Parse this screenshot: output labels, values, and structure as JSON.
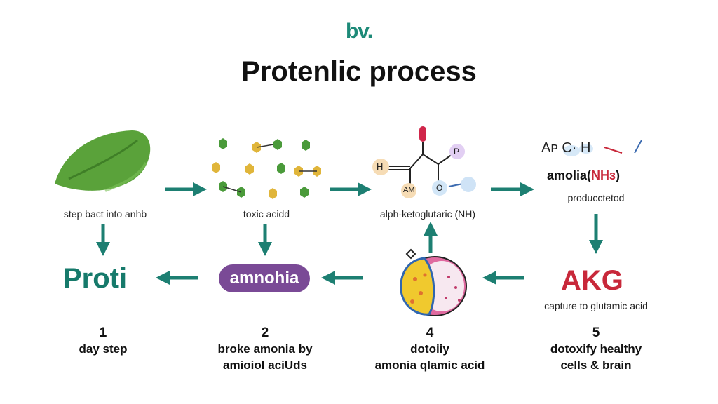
{
  "header": {
    "logo": "bv.",
    "title": "Protenlic process"
  },
  "top_row": {
    "panel1_caption": "step bact into anhb",
    "panel2_caption": "toxic acidd",
    "panel3_caption": "alph-ketoglutaric (NH)",
    "panel4_formula_top": "Aᴘ C· H",
    "panel4_formula_main_prefix": "amolia(",
    "panel4_formula_main_nh": "NHз",
    "panel4_formula_main_suffix": ")",
    "panel4_caption": "producctetod",
    "molecule_labels": {
      "h": "H",
      "am": "AM",
      "p": "P",
      "o": "O"
    }
  },
  "middle_row": {
    "proti_label": "Proti",
    "ammonia_pill": "amnohia",
    "akg_label": "AKG",
    "akg_caption": "capture to glutamic acid"
  },
  "steps": [
    {
      "number": "1",
      "line1": "day step",
      "line2": ""
    },
    {
      "number": "2",
      "line1": "broke amonia by",
      "line2": "amioiol aciUds"
    },
    {
      "number": "4",
      "line1": "dotoiiy",
      "line2": "amonia qlamic acid"
    },
    {
      "number": "5",
      "line1": "dotoxify healthy",
      "line2": "cells & brain"
    }
  ],
  "colors": {
    "teal": "#167a6b",
    "arrow": "#1d7f72",
    "purple": "#7a4a96",
    "red": "#c8283a",
    "leaf": "#5aa23a"
  },
  "icons": [
    "leaf-icon",
    "hexagon-icon",
    "molecule-icon",
    "liver-cell-icon",
    "arrow-right-icon",
    "arrow-left-icon",
    "arrow-down-icon",
    "arrow-up-icon"
  ]
}
